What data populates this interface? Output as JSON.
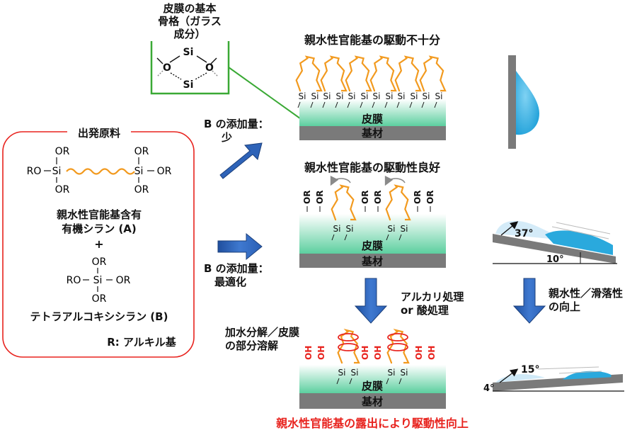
{
  "skeleton_box": {
    "title_lines": [
      "皮膜の基本",
      "骨格（ガラス",
      "成分）"
    ],
    "si": "Si",
    "o": "O"
  },
  "starting_materials": {
    "title": "出発原料",
    "or": "OR",
    "ro": "RO",
    "si": "Si",
    "silane_a_lines": [
      "親水性官能基含有",
      "有機シラン (A)"
    ],
    "plus": "+",
    "silane_b": "テトラアルコキシシラン (B)",
    "r_def": "R: アルキル基"
  },
  "arrow_labels": {
    "low_lines": [
      "B の添加量：",
      "少"
    ],
    "optimal_lines": [
      "B の添加量：",
      "最適化"
    ],
    "treatment_lines": [
      "アルカリ処理",
      "or 酸処理"
    ],
    "hydrophilic_lines": [
      "親水性／滑落性",
      "の向上"
    ]
  },
  "panels": {
    "top_title": "親水性官能基の駆動不十分",
    "middle_title": "親水性官能基の駆動性良好",
    "bottom_note_lines": [
      "加水分解／皮膜",
      "の部分溶解"
    ],
    "film": "皮膜",
    "substrate": "基材",
    "si": "Si",
    "or": "OR",
    "oh": "OH"
  },
  "droplets": {
    "middle_contact": "37°",
    "middle_tilt": "10°",
    "bottom_contact": "15°",
    "bottom_tilt": "4°"
  },
  "conclusion": "親水性官能基の露出により駆動性向上",
  "colors": {
    "red": "#e8231e",
    "orange": "#f29a1f",
    "green": "#3aa935",
    "film_green": "#5ccf9f",
    "arrow_blue": "#2e63b8",
    "substrate_gray": "#7a7a7a",
    "drop_blue": "#2aa9dd"
  }
}
